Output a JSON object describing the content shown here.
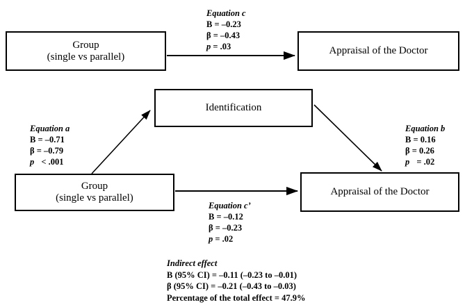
{
  "figure": {
    "type": "mediation-path-diagram",
    "description": "Two-panel mediation model: total effect (top) and mediated effect via Identification (bottom)"
  },
  "nodes": {
    "group_top": {
      "line1": "Group",
      "line2": "(single vs parallel)"
    },
    "appraisal_top": {
      "line1": "Appraisal of the Doctor",
      "line2": ""
    },
    "identification": {
      "line1": "Identification",
      "line2": ""
    },
    "group_bottom": {
      "line1": "Group",
      "line2": "(single vs parallel)"
    },
    "appraisal_bottom": {
      "line1": "Appraisal of the Doctor",
      "line2": ""
    }
  },
  "equations": {
    "c": {
      "title": "Equation c",
      "b_label": "B = ",
      "b_value": "–0.23",
      "beta_label": "β = ",
      "beta_value": "–0.43",
      "p_label": "p",
      "p_value": "= .03"
    },
    "a": {
      "title": "Equation a",
      "b_label": "B = ",
      "b_value": "–0.71",
      "beta_label": "β = ",
      "beta_value": "–0.79",
      "p_label": "p",
      "p_value": "< .001"
    },
    "b": {
      "title": "Equation b",
      "b_label": "B = ",
      "b_value": "0.16",
      "beta_label": "β = ",
      "beta_value": "0.26",
      "p_label": "p",
      "p_value": "= .02"
    },
    "c_prime": {
      "title": "Equation c’",
      "b_label": "B = ",
      "b_value": "–0.12",
      "beta_label": "β = ",
      "beta_value": "–0.23",
      "p_label": "p",
      "p_value": "= .02"
    }
  },
  "indirect_effect": {
    "title": "Indirect effect",
    "line_b": "B (95% CI) = –0.11 (–0.23 to –0.01)",
    "line_beta": "β (95% CI) = –0.21 (–0.43 to –0.03)",
    "line_percentage": "Percentage of the total effect = 47.9%"
  },
  "style": {
    "stroke": "#000000",
    "background": "#ffffff",
    "box_border": "#000000"
  }
}
